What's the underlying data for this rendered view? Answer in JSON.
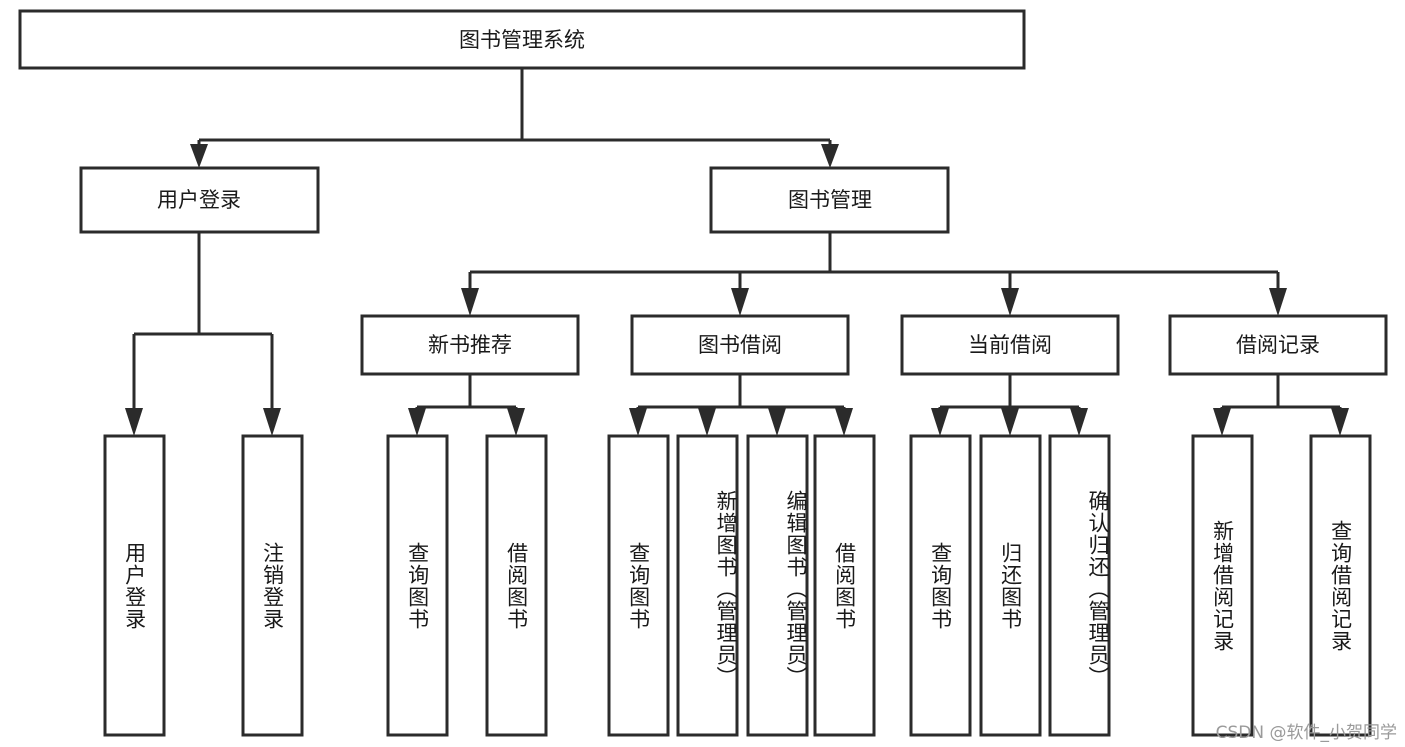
{
  "diagram": {
    "title": "图书管理系统",
    "root": {
      "id": "root",
      "label": "图书管理系统",
      "orientation": "horizontal"
    },
    "level2": [
      {
        "id": "user-login",
        "label": "用户登录",
        "orientation": "horizontal"
      },
      {
        "id": "book-manage",
        "label": "图书管理",
        "orientation": "horizontal"
      }
    ],
    "level3": [
      {
        "id": "new-book-recommend",
        "label": "新书推荐",
        "orientation": "horizontal",
        "parent": "book-manage"
      },
      {
        "id": "book-borrow",
        "label": "图书借阅",
        "orientation": "horizontal",
        "parent": "book-manage"
      },
      {
        "id": "current-borrow",
        "label": "当前借阅",
        "orientation": "horizontal",
        "parent": "book-manage"
      },
      {
        "id": "borrow-record",
        "label": "借阅记录",
        "orientation": "horizontal",
        "parent": "book-manage"
      }
    ],
    "leaves": [
      {
        "id": "leaf-user-login",
        "label": "用户登录",
        "orientation": "vertical",
        "parent": "user-login"
      },
      {
        "id": "leaf-user-logout",
        "label": "注销登录",
        "orientation": "vertical",
        "parent": "user-login"
      },
      {
        "id": "leaf-query-book-1",
        "label": "查询图书",
        "orientation": "vertical",
        "parent": "new-book-recommend"
      },
      {
        "id": "leaf-borrow-book-1",
        "label": "借阅图书",
        "orientation": "vertical",
        "parent": "new-book-recommend"
      },
      {
        "id": "leaf-query-book-2",
        "label": "查询图书",
        "orientation": "vertical",
        "parent": "book-borrow"
      },
      {
        "id": "leaf-add-book",
        "label": "新增图书（管理员）",
        "orientation": "vertical",
        "parent": "book-borrow"
      },
      {
        "id": "leaf-edit-book",
        "label": "编辑图书（管理员）",
        "orientation": "vertical",
        "parent": "book-borrow"
      },
      {
        "id": "leaf-borrow-book-2",
        "label": "借阅图书",
        "orientation": "vertical",
        "parent": "book-borrow"
      },
      {
        "id": "leaf-query-book-3",
        "label": "查询图书",
        "orientation": "vertical",
        "parent": "current-borrow"
      },
      {
        "id": "leaf-return-book",
        "label": "归还图书",
        "orientation": "vertical",
        "parent": "current-borrow"
      },
      {
        "id": "leaf-confirm-return",
        "label": "确认归还（管理员）",
        "orientation": "vertical",
        "parent": "current-borrow"
      },
      {
        "id": "leaf-add-record",
        "label": "新增借阅记录",
        "orientation": "vertical",
        "parent": "borrow-record"
      },
      {
        "id": "leaf-query-record",
        "label": "查询借阅记录",
        "orientation": "vertical",
        "parent": "borrow-record"
      }
    ],
    "watermark": "CSDN @软件_小贺同学",
    "colors": {
      "stroke": "#2b2b2b",
      "fill": "#ffffff",
      "text": "#1a1a1a",
      "watermark": "#9a9a9a"
    }
  }
}
